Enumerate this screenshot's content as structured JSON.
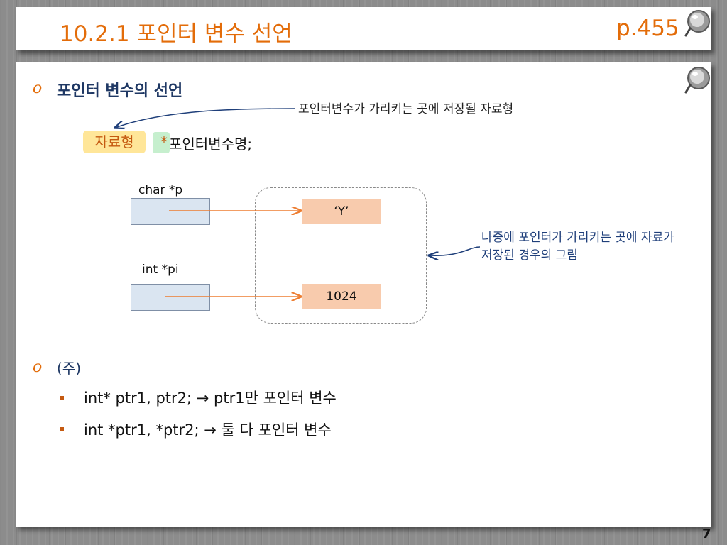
{
  "header": {
    "title": "10.2.1 포인터 변수 선언",
    "page_ref": "p.455"
  },
  "section1": {
    "heading": "포인터 변수의 선언",
    "note_type": "포인터변수가 가리키는 곳에 저장될 자료형",
    "syntax": {
      "type": "자료형",
      "star": "*",
      "name": "포인터변수명;"
    }
  },
  "diagram": {
    "label_char": "char *p",
    "label_int": "int *pi",
    "value_char": "‘Y’",
    "value_int": "1024",
    "note_memory": "나중에 포인터가 가리키는 곳에 자료가 저장된 경우의 그림"
  },
  "section2": {
    "heading": "(주)",
    "items": [
      "int* ptr1, ptr2;  → ptr1만 포인터 변수",
      "int *ptr1, *ptr2; →  둘 다 포인터 변수"
    ]
  },
  "slide_number": "7",
  "colors": {
    "accent": "#e36c09",
    "heading": "#1f3864",
    "note_blue": "#1f3f7a",
    "arrow_orange": "#ed7d31"
  },
  "icons": [
    "pushpin-icon",
    "pushpin-icon",
    "bullet-o-icon",
    "square-bullet-icon"
  ]
}
